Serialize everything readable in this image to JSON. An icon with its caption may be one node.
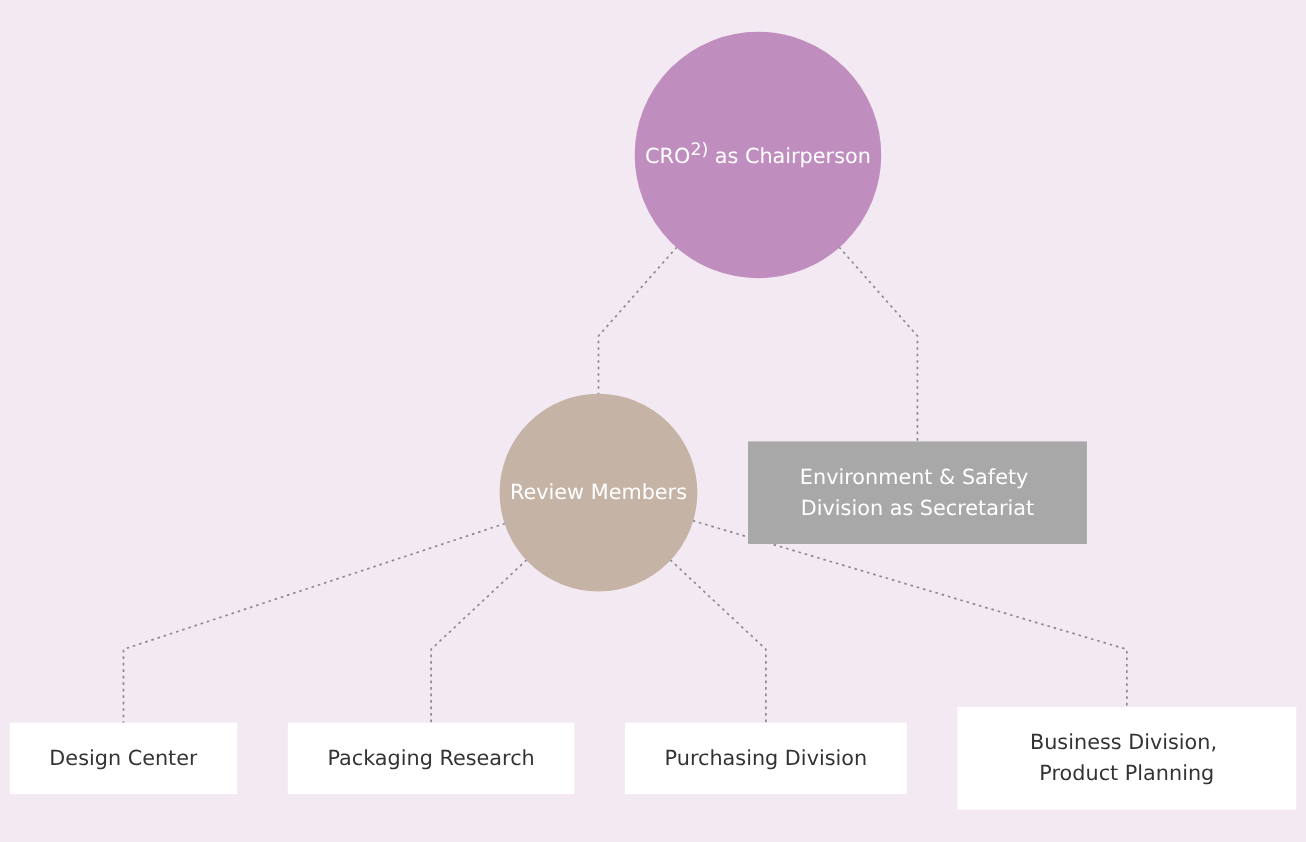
{
  "diagram": {
    "nodes": [
      {
        "text": [
          "CRO$^{2)}$ as Chairperson"
        ]
      },
      {
        "text": [
          "Environment & Safety Division as Secretariat"
        ]
      },
      {
        "text": [
          "Review Members"
        ]
      },
      {
        "text": [
          "Design Center"
        ]
      },
      {
        "text": [
          "Packaging Research"
        ]
      },
      {
        "text": [
          "Purchasing Division"
        ]
      },
      {
        "text": [
          "Business Division, Product Planning"
        ]
      }
    ],
    "edges": [
      {
        "from": 0,
        "to": 2,
        "arrow": "none",
        "style": "dashed"
      },
      {
        "from": 0,
        "to": 1,
        "arrow": "none",
        "style": "dashed"
      },
      {
        "from": 2,
        "to": 3,
        "arrow": "none",
        "style": "dashed"
      },
      {
        "from": 2,
        "to": 4,
        "arrow": "none",
        "style": "dashed"
      },
      {
        "from": 2,
        "to": 5,
        "arrow": "none",
        "style": "dashed"
      },
      {
        "from": 2,
        "to": 6,
        "arrow": "none",
        "style": "dashed"
      }
    ]
  }
}
